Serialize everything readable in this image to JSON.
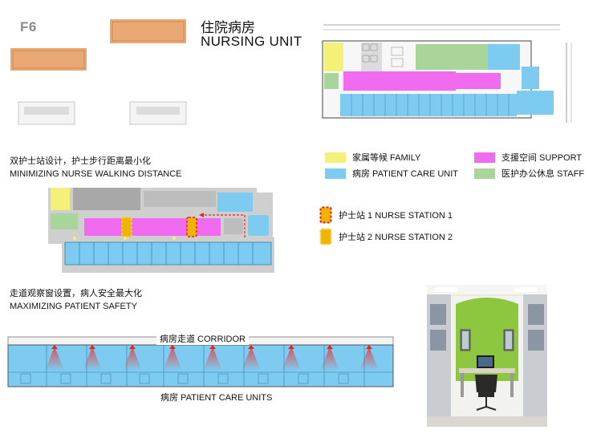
{
  "floor": "F6",
  "title": {
    "cn": "住院病房",
    "en": "NURSING UNIT"
  },
  "section1": {
    "cn": "双护士站设计，护士步行距离最小化",
    "en": "MINIMIZING NURSE WALKING DISTANCE"
  },
  "section2": {
    "cn": "走道观察窗设置，病人安全最大化",
    "en": "MAXIMIZING PATIENT SAFETY"
  },
  "legend": [
    {
      "label": "家属等候 FAMILY",
      "color": "#f5f07a"
    },
    {
      "label": "支援空间  SUPPORT",
      "color": "#f06bf0"
    },
    {
      "label": "病房  PATIENT CARE UNIT",
      "color": "#7ecbf2"
    },
    {
      "label": "医护办公休息  STAFF",
      "color": "#a9d49a"
    }
  ],
  "nurse_stations": [
    {
      "label": "护士站 1   NURSE STATION 1",
      "border_color": "#e8231e"
    },
    {
      "label": "护士站 2   NURSE STATION 2",
      "border_color": "#f0b400"
    }
  ],
  "corridor_label": "病房走道  CORRIDOR",
  "patient_units_label": "病房  PATIENT CARE UNITS",
  "colors": {
    "family": "#f5f07a",
    "support": "#f06bf0",
    "patient": "#7ecbf2",
    "staff": "#a9d49a",
    "orange": "#e69a5c",
    "gray": "#b8b8b8",
    "accent_wall": "#8dc63f"
  }
}
